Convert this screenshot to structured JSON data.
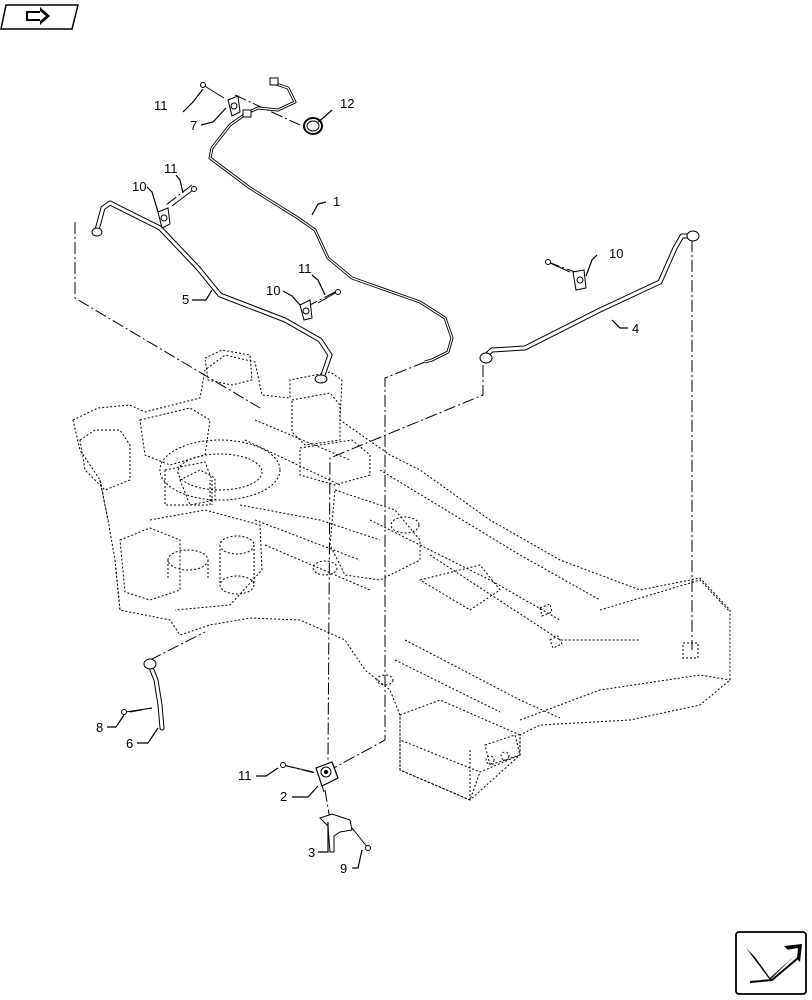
{
  "icons": {
    "top_left": "arrow-right-icon",
    "bottom_right": "next-page-arrow-icon"
  },
  "callouts": {
    "c1": "1",
    "c2": "2",
    "c3": "3",
    "c4": "4",
    "c5": "5",
    "c6": "6",
    "c7": "7",
    "c8": "8",
    "c9": "9",
    "c10a": "10",
    "c10b": "10",
    "c10c": "10",
    "c11a": "11",
    "c11b": "11",
    "c11c": "11",
    "c11d": "11",
    "c12": "12"
  }
}
